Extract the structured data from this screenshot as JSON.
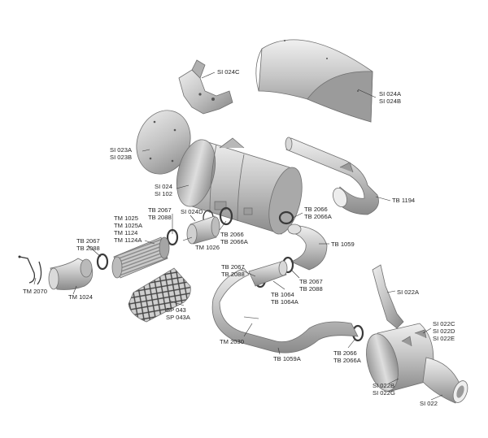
{
  "labels": {
    "si024c": "SI 024C",
    "si024a": "SI 024A",
    "si024b": "SI 024B",
    "si023a": "SI 023A",
    "si023b": "SI 023B",
    "si024": "SI 024",
    "si102": "SI 102",
    "tb1194": "TB 1194",
    "tb2067_top": "TB 2067",
    "tb2088_top": "TB 2088",
    "si024d": "SI 024D",
    "tb2066_r": "TB 2066",
    "tb2066a_r": "TB 2066A",
    "tm1025": "TM 1025",
    "tm1025a": "TM 1025A",
    "tm1124": "TM 1124",
    "tm1124a": "TM 1124A",
    "tb2066_c": "TB 2066",
    "tb2066a_c": "TB 2066A",
    "tm1026": "TM 1026",
    "tb1059": "TB 1059",
    "tb2067_l": "TB 2067",
    "tb2088_l": "TB 2088",
    "tb2067_m": "TB 2067",
    "tb2088_m": "TB 2088",
    "tb2067_mr": "TB 2067",
    "tb2088_mr": "TB 2088",
    "tm2070": "TM 2070",
    "tm1024": "TM 1024",
    "sp043": "SP 043",
    "sp043a": "SP 043A",
    "tb1064": "TB 1064",
    "tb1064a": "TB 1064A",
    "si022a": "SI 022A",
    "si022c": "SI 022C",
    "si022d": "SI 022D",
    "si022e": "SI 022E",
    "tm2030": "TM 2030",
    "tb1059a": "TB 1059A",
    "tb2066_b": "TB 2066",
    "tb2066a_b": "TB 2066A",
    "si022b": "SI 022B",
    "si022g": "SI 022G",
    "si022": "SI 022"
  },
  "colors": {
    "metal_light": "#e6e6e6",
    "metal_mid": "#b4b4b4",
    "metal_dark": "#808080",
    "clamp": "#3a3a3a",
    "text": "#1f1f1f"
  }
}
